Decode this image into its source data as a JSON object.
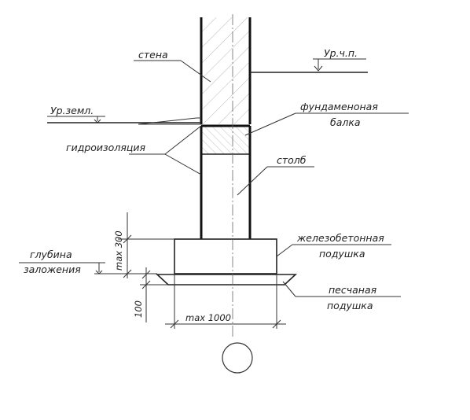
{
  "labels": {
    "wall": "стена",
    "floor_level": "Ур.ч.п.",
    "ground_level": "Ур.земл.",
    "foundation_beam_1": "фундаменоная",
    "foundation_beam_2": "балка",
    "waterproofing": "гидроизоляция",
    "pillar": "столб",
    "rc_pad_1": "железобетонная",
    "rc_pad_2": "подушка",
    "depth_1": "глубина",
    "depth_2": "заложения",
    "sand_pad_1": "песчаная",
    "sand_pad_2": "подушка",
    "dim_max_300": "max 300",
    "dim_100": "100",
    "dim_max_1000": "max 1000"
  }
}
